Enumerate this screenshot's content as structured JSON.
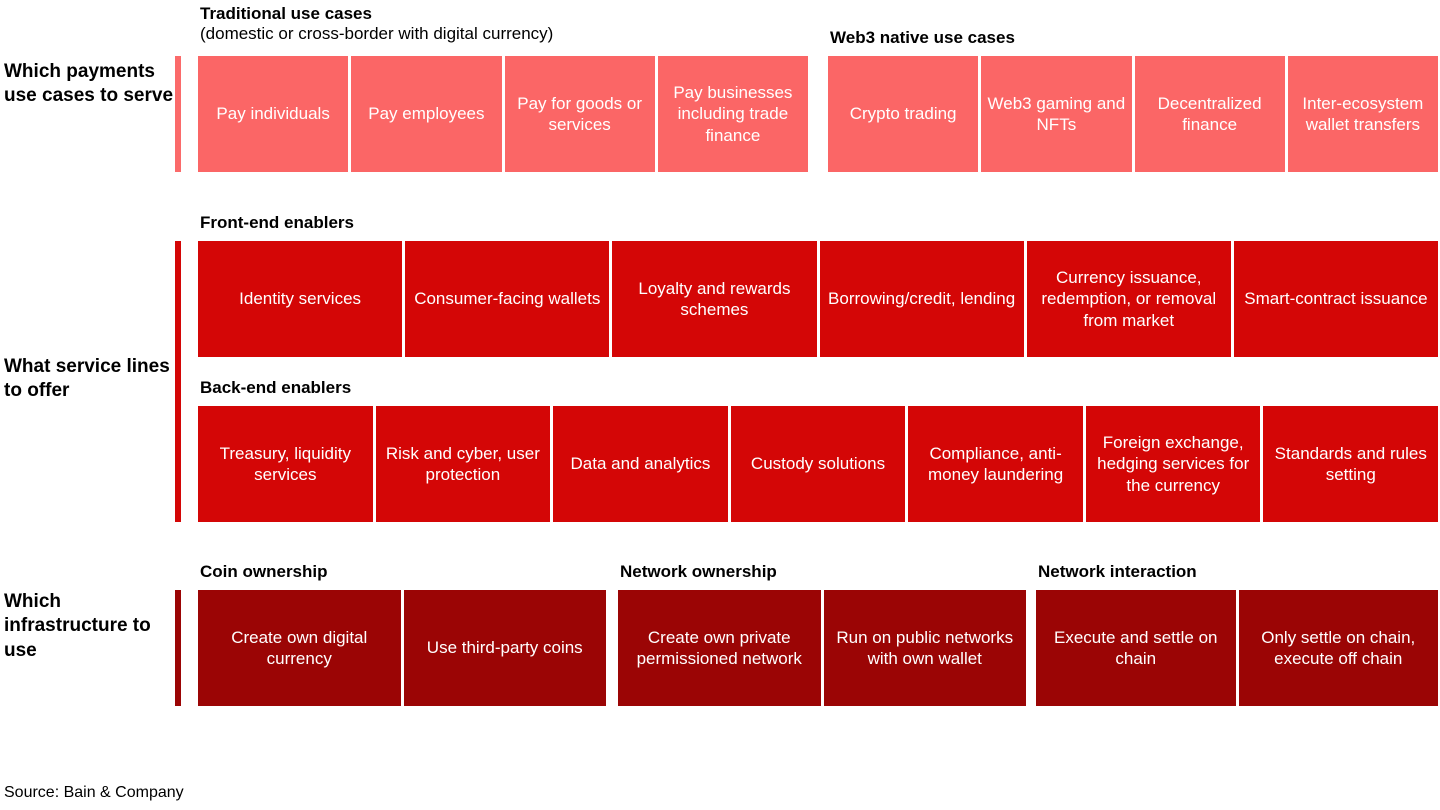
{
  "sections": [
    {
      "id": "payments-use-cases",
      "label": "Which payments use cases to serve",
      "tone": "light",
      "groups": [
        {
          "id": "traditional-use-cases",
          "title": "Traditional use cases",
          "subtitle": "(domestic or cross-border with digital currency)",
          "cells": [
            "Pay individuals",
            "Pay employees",
            "Pay for goods or services",
            "Pay businesses including trade finance"
          ]
        },
        {
          "id": "web3-native-use-cases",
          "title": "Web3 native use cases",
          "subtitle": "",
          "cells": [
            "Crypto trading",
            "Web3 gaming and NFTs",
            "Decentralized finance",
            "Inter-ecosystem wallet transfers"
          ]
        }
      ]
    },
    {
      "id": "service-lines",
      "label": "What service lines to offer",
      "tone": "mid",
      "groups": [
        {
          "id": "front-end-enablers",
          "title": "Front-end enablers",
          "subtitle": "",
          "cells": [
            "Identity services",
            "Consumer-facing wallets",
            "Loyalty and rewards schemes",
            "Borrowing/credit, lending",
            "Currency issuance, redemption, or removal from market",
            "Smart-contract issuance"
          ]
        },
        {
          "id": "back-end-enablers",
          "title": "Back-end enablers",
          "subtitle": "",
          "cells": [
            "Treasury, liquidity services",
            "Risk and cyber, user protection",
            "Data and analytics",
            "Custody solutions",
            "Compliance, anti-money laundering",
            "Foreign exchange, hedging services for the currency",
            "Standards and rules setting"
          ]
        }
      ]
    },
    {
      "id": "infrastructure",
      "label": "Which infrastructure to use",
      "tone": "dark",
      "groups": [
        {
          "id": "coin-ownership",
          "title": "Coin ownership",
          "subtitle": "",
          "cells": [
            "Create own digital currency",
            "Use third-party coins"
          ]
        },
        {
          "id": "network-ownership",
          "title": "Network ownership",
          "subtitle": "",
          "cells": [
            "Create own private permissioned network",
            "Run on public networks with own wallet"
          ]
        },
        {
          "id": "network-interaction",
          "title": "Network interaction",
          "subtitle": "",
          "cells": [
            "Execute and settle on chain",
            "Only settle on chain, execute off chain"
          ]
        }
      ]
    }
  ],
  "source": "Source: Bain & Company",
  "colors": {
    "light_red": "#FB6666",
    "mid_red": "#D40606",
    "dark_red": "#9B0505",
    "text_dark": "#000000",
    "cell_text": "#FFFFFF"
  }
}
